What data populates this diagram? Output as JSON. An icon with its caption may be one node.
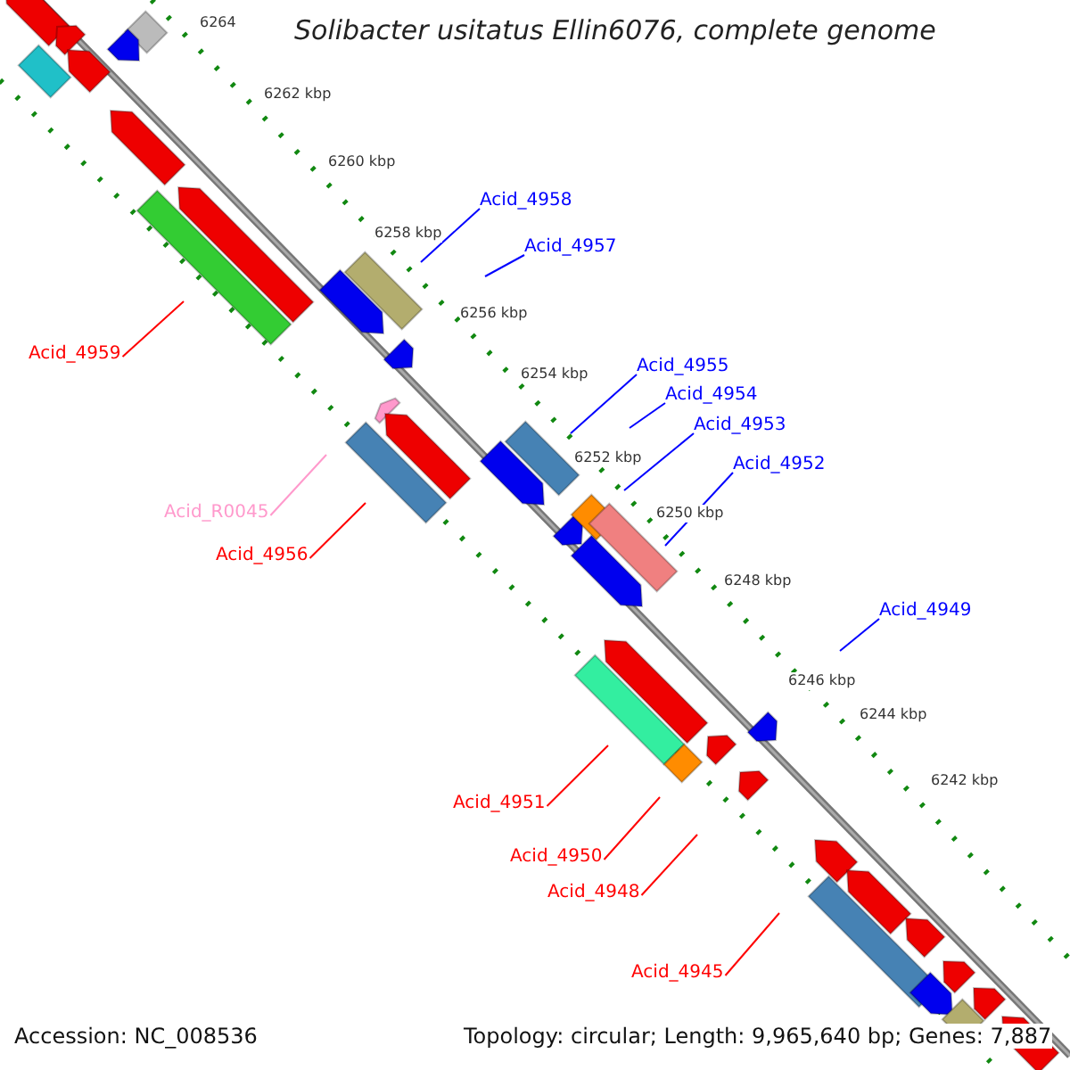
{
  "diagram": {
    "title": "Solibacter usitatus Ellin6076, complete genome",
    "nodes": [
      {
        "text": [
          "Acid_4958"
        ]
      },
      {
        "text": [
          "Acid_4957"
        ]
      },
      {
        "text": [
          "Acid_4959"
        ]
      },
      {
        "text": [
          "Acid_4955"
        ]
      },
      {
        "text": [
          "Acid_4954"
        ]
      },
      {
        "text": [
          "Acid_4953"
        ]
      },
      {
        "text": [
          "Acid_4952"
        ]
      },
      {
        "text": [
          "Acid_R0045"
        ]
      },
      {
        "text": [
          "Acid_4956"
        ]
      },
      {
        "text": [
          "Acid_4949"
        ]
      },
      {
        "text": [
          "Acid_4951"
        ]
      },
      {
        "text": [
          "Acid_4950"
        ]
      },
      {
        "text": [
          "Acid_4948"
        ]
      },
      {
        "text": [
          "Acid_4945"
        ]
      }
    ],
    "edges": [
      {
        "from": 0,
        "to": null,
        "arrow": "none"
      },
      {
        "from": 1,
        "to": null,
        "arrow": "none"
      },
      {
        "from": 2,
        "to": null,
        "arrow": "none",
        "color": "#ff0000"
      },
      {
        "from": 3,
        "to": null,
        "arrow": "none"
      },
      {
        "from": 4,
        "to": null,
        "arrow": "none"
      },
      {
        "from": 5,
        "to": null,
        "arrow": "none"
      },
      {
        "from": 6,
        "to": null,
        "arrow": "none"
      },
      {
        "from": 7,
        "to": null,
        "arrow": "none",
        "color": "#ff99cc"
      },
      {
        "from": 8,
        "to": null,
        "arrow": "none",
        "color": "#ff0000"
      },
      {
        "from": 9,
        "to": null,
        "arrow": "none"
      },
      {
        "from": 10,
        "to": null,
        "arrow": "none",
        "color": "#ff0000"
      },
      {
        "from": 11,
        "to": null,
        "arrow": "none",
        "color": "#ff0000"
      },
      {
        "from": 12,
        "to": null,
        "arrow": "none",
        "color": "#ff0000"
      },
      {
        "from": 13,
        "to": null,
        "arrow": "none",
        "color": "#ff0000"
      }
    ],
    "labels": [
      "6264",
      "6262 kbp",
      "6260 kbp",
      "6258 kbp",
      "6256 kbp",
      "6254 kbp",
      "6252 kbp",
      "6250 kbp",
      "6248 kbp",
      "6246 kbp",
      "6244 kbp",
      "6242 kbp",
      "Accession: NC_008536",
      "Topology: circular; Length: 9,965,640 bp; Genes: 7,887"
    ]
  }
}
